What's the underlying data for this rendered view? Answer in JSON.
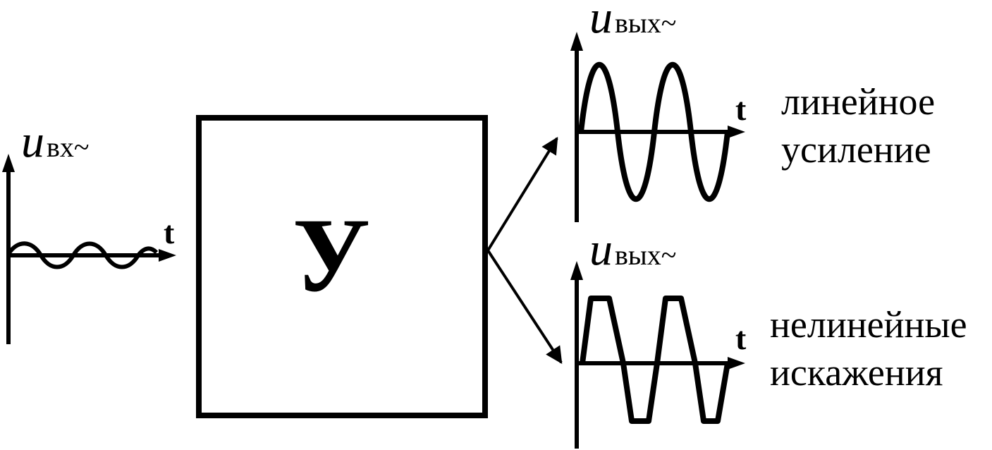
{
  "input": {
    "u_symbol": "u",
    "u_subscript": "вх~",
    "t_label": "t"
  },
  "amplifier": {
    "label": "У"
  },
  "output_linear": {
    "u_symbol": "u",
    "u_subscript": "вых~",
    "t_label": "t",
    "caption_line1": "линейное",
    "caption_line2": "усиление"
  },
  "output_nonlinear": {
    "u_symbol": "u",
    "u_subscript": "вых~",
    "t_label": "t",
    "caption_line1": "нелинейные",
    "caption_line2": "искажения"
  },
  "colors": {
    "ink": "#000000",
    "background": "#ffffff"
  }
}
